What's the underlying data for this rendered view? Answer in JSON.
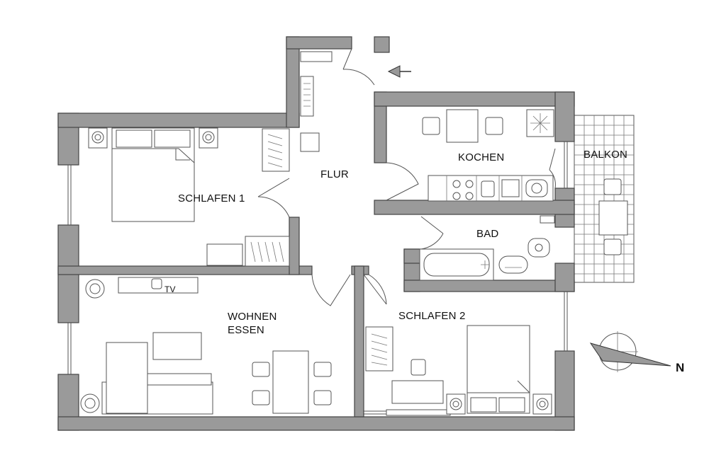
{
  "rooms": {
    "schlafen1": "SCHLAFEN 1",
    "flur": "FLUR",
    "kochen": "KOCHEN",
    "balkon": "BALKON",
    "bad": "BAD",
    "wohnen_line1": "WOHNEN",
    "wohnen_line2": "ESSEN",
    "schlafen2": "SCHLAFEN 2"
  },
  "furniture": {
    "tv": "TV"
  },
  "compass": {
    "north": "N"
  }
}
